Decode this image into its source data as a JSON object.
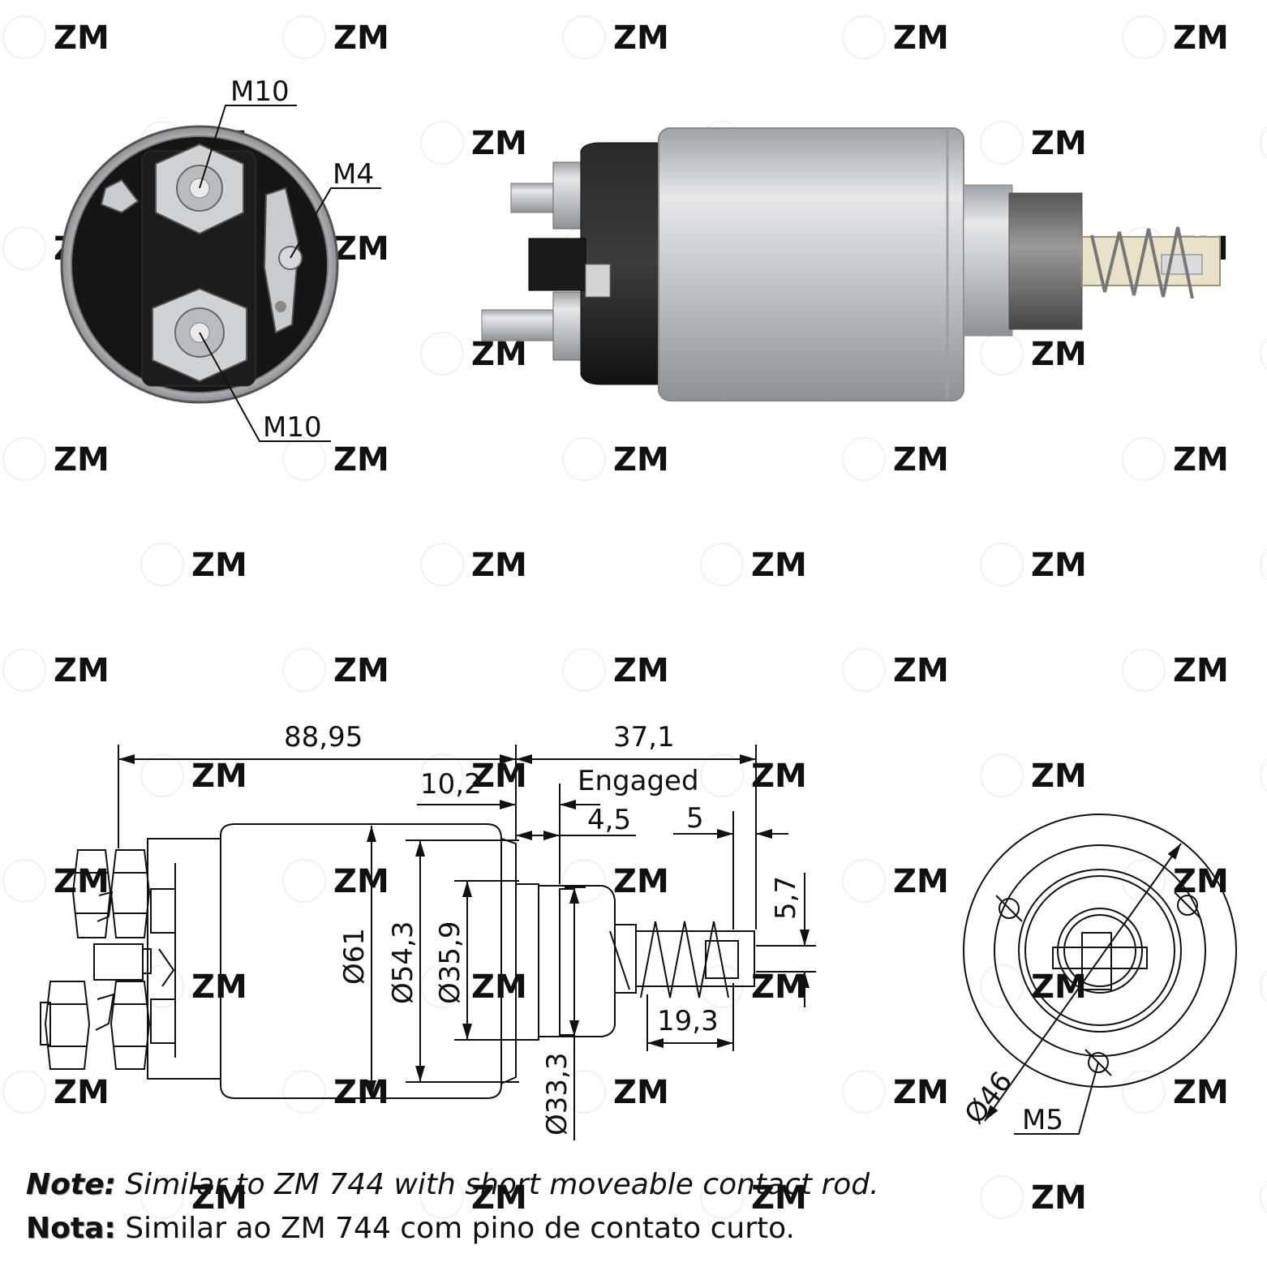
{
  "watermark": "ZM",
  "colors": {
    "steel": "#c9ccd0",
    "black_body": "#1a1a1a",
    "line": "#111111"
  },
  "end_view_labels": {
    "terminal_top": "M10",
    "terminal_small": "M4",
    "terminal_bottom": "M10"
  },
  "drawing": {
    "overall_length": "88,95",
    "plunger_length": "37,1",
    "engaged_label": "Engaged",
    "flange_offset": "10,2",
    "step": "4,5",
    "rod_tip": "5",
    "rod_height": "5,7",
    "spring_length": "19,3",
    "dia_body": "Ø61",
    "dia_inner": "Ø54,3",
    "dia_flange": "Ø35,9",
    "dia_nose": "Ø33,3",
    "mount_dia": "Ø46",
    "mount_thread": "M5"
  },
  "notes": {
    "en_label": "Note:",
    "en_text": " Similar to ZM 744 with short moveable contact rod.",
    "pt_label": "Nota:",
    "pt_text": " Similar ao ZM 744 com pino de contato curto."
  }
}
